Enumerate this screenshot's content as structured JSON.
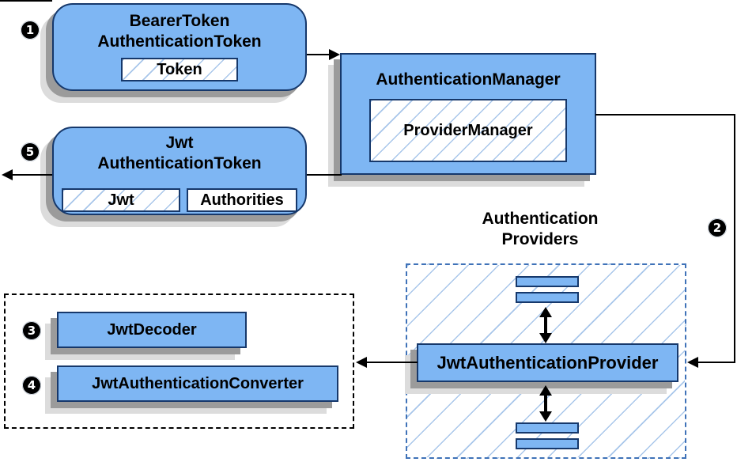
{
  "diagram": {
    "steps": {
      "one": "1",
      "two": "2",
      "three": "3",
      "four": "4",
      "five": "5"
    },
    "nodes": {
      "bearer_token": {
        "title_line1": "BearerToken",
        "title_line2": "AuthenticationToken",
        "field_token": "Token"
      },
      "authentication_manager": {
        "title": "AuthenticationManager",
        "field_provider_manager": "ProviderManager"
      },
      "jwt_authentication_token": {
        "title_line1": "Jwt",
        "title_line2": "AuthenticationToken",
        "field_jwt": "Jwt",
        "field_authorities": "Authorities"
      },
      "jwt_authentication_provider": {
        "title": "JwtAuthenticationProvider"
      },
      "jwt_decoder": {
        "title": "JwtDecoder"
      },
      "jwt_authentication_converter": {
        "title": "JwtAuthenticationConverter"
      }
    },
    "groups": {
      "authentication_providers": {
        "label_line1": "Authentication",
        "label_line2": "Providers"
      }
    },
    "colors": {
      "node_fill": "#7EB6F3",
      "node_border": "#16386B",
      "hatch_line": "#A8C6EA",
      "providers_dash_border": "#3F72B8",
      "decoders_dash_border": "#000000",
      "shadow_dark": "#9B9B9B",
      "shadow_light": "#DCDCDC",
      "connector": "#000000",
      "step_badge_bg": "#000000",
      "step_badge_text": "#FFFFFF"
    }
  }
}
